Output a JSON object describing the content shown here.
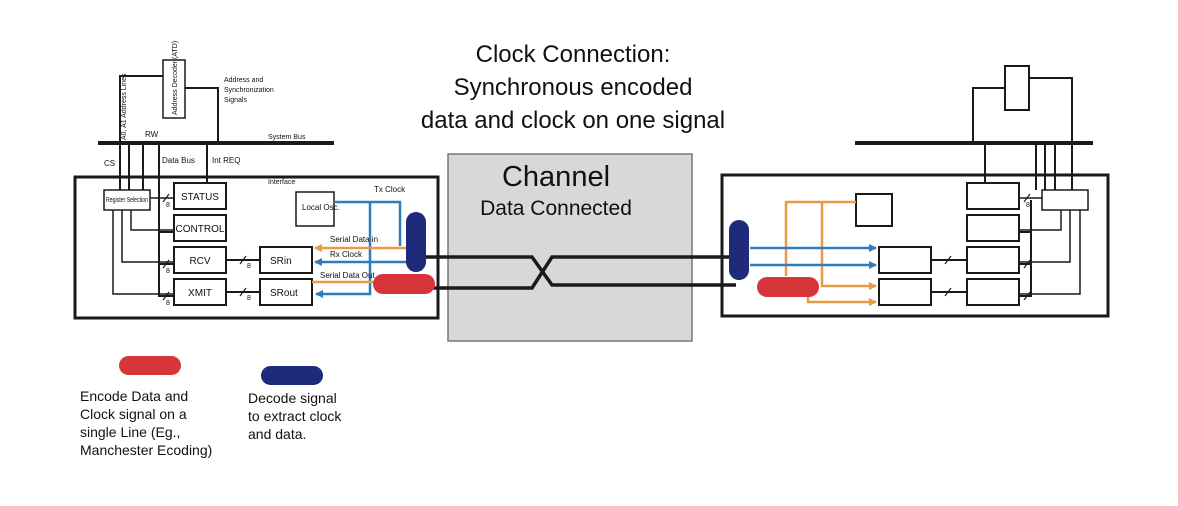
{
  "title": {
    "lines": [
      "Clock Connection:",
      "Synchronous encoded",
      "data and clock on one signal"
    ]
  },
  "channel": {
    "title": "Channel",
    "subtitle": "Data Connected"
  },
  "left_interface": {
    "register_selection": "Register Selection",
    "status": "STATUS",
    "control": "CONTROL",
    "rcv": "RCV",
    "xmit": "XMIT",
    "srin": "SRin",
    "srout": "SRout",
    "local_osc": "Local Osc.",
    "address_decoder": "Address Decoder (ATD)",
    "labels": {
      "address_lines": "A0, A1 Address Lines",
      "rw": "RW",
      "cs": "CS",
      "data_bus": "Data Bus",
      "int_req": "Int REQ",
      "system_bus": "System Bus",
      "interface": "Interface",
      "addr_sync": [
        "Address and",
        "Synchronization",
        "Signals"
      ],
      "tx_clock": "Tx Clock",
      "serial_data_in": "Serial Data in",
      "rx_clock": "Rx Clock",
      "serial_data_out": "Serial Data Out",
      "bus_width": "8"
    }
  },
  "legend": {
    "encode": [
      "Encode Data and",
      "Clock signal on a",
      "single Line (Eg.,",
      "Manchester Ecoding)"
    ],
    "decode": [
      "Decode signal",
      "to extract clock",
      "and data."
    ]
  },
  "colors": {
    "encode": "#d6363a",
    "decode": "#1f2a7a",
    "clock_line": "#e89a45",
    "data_line": "#2e7bbd",
    "channel_fill": "#d8d8d8",
    "wire": "#1a1a1a"
  }
}
